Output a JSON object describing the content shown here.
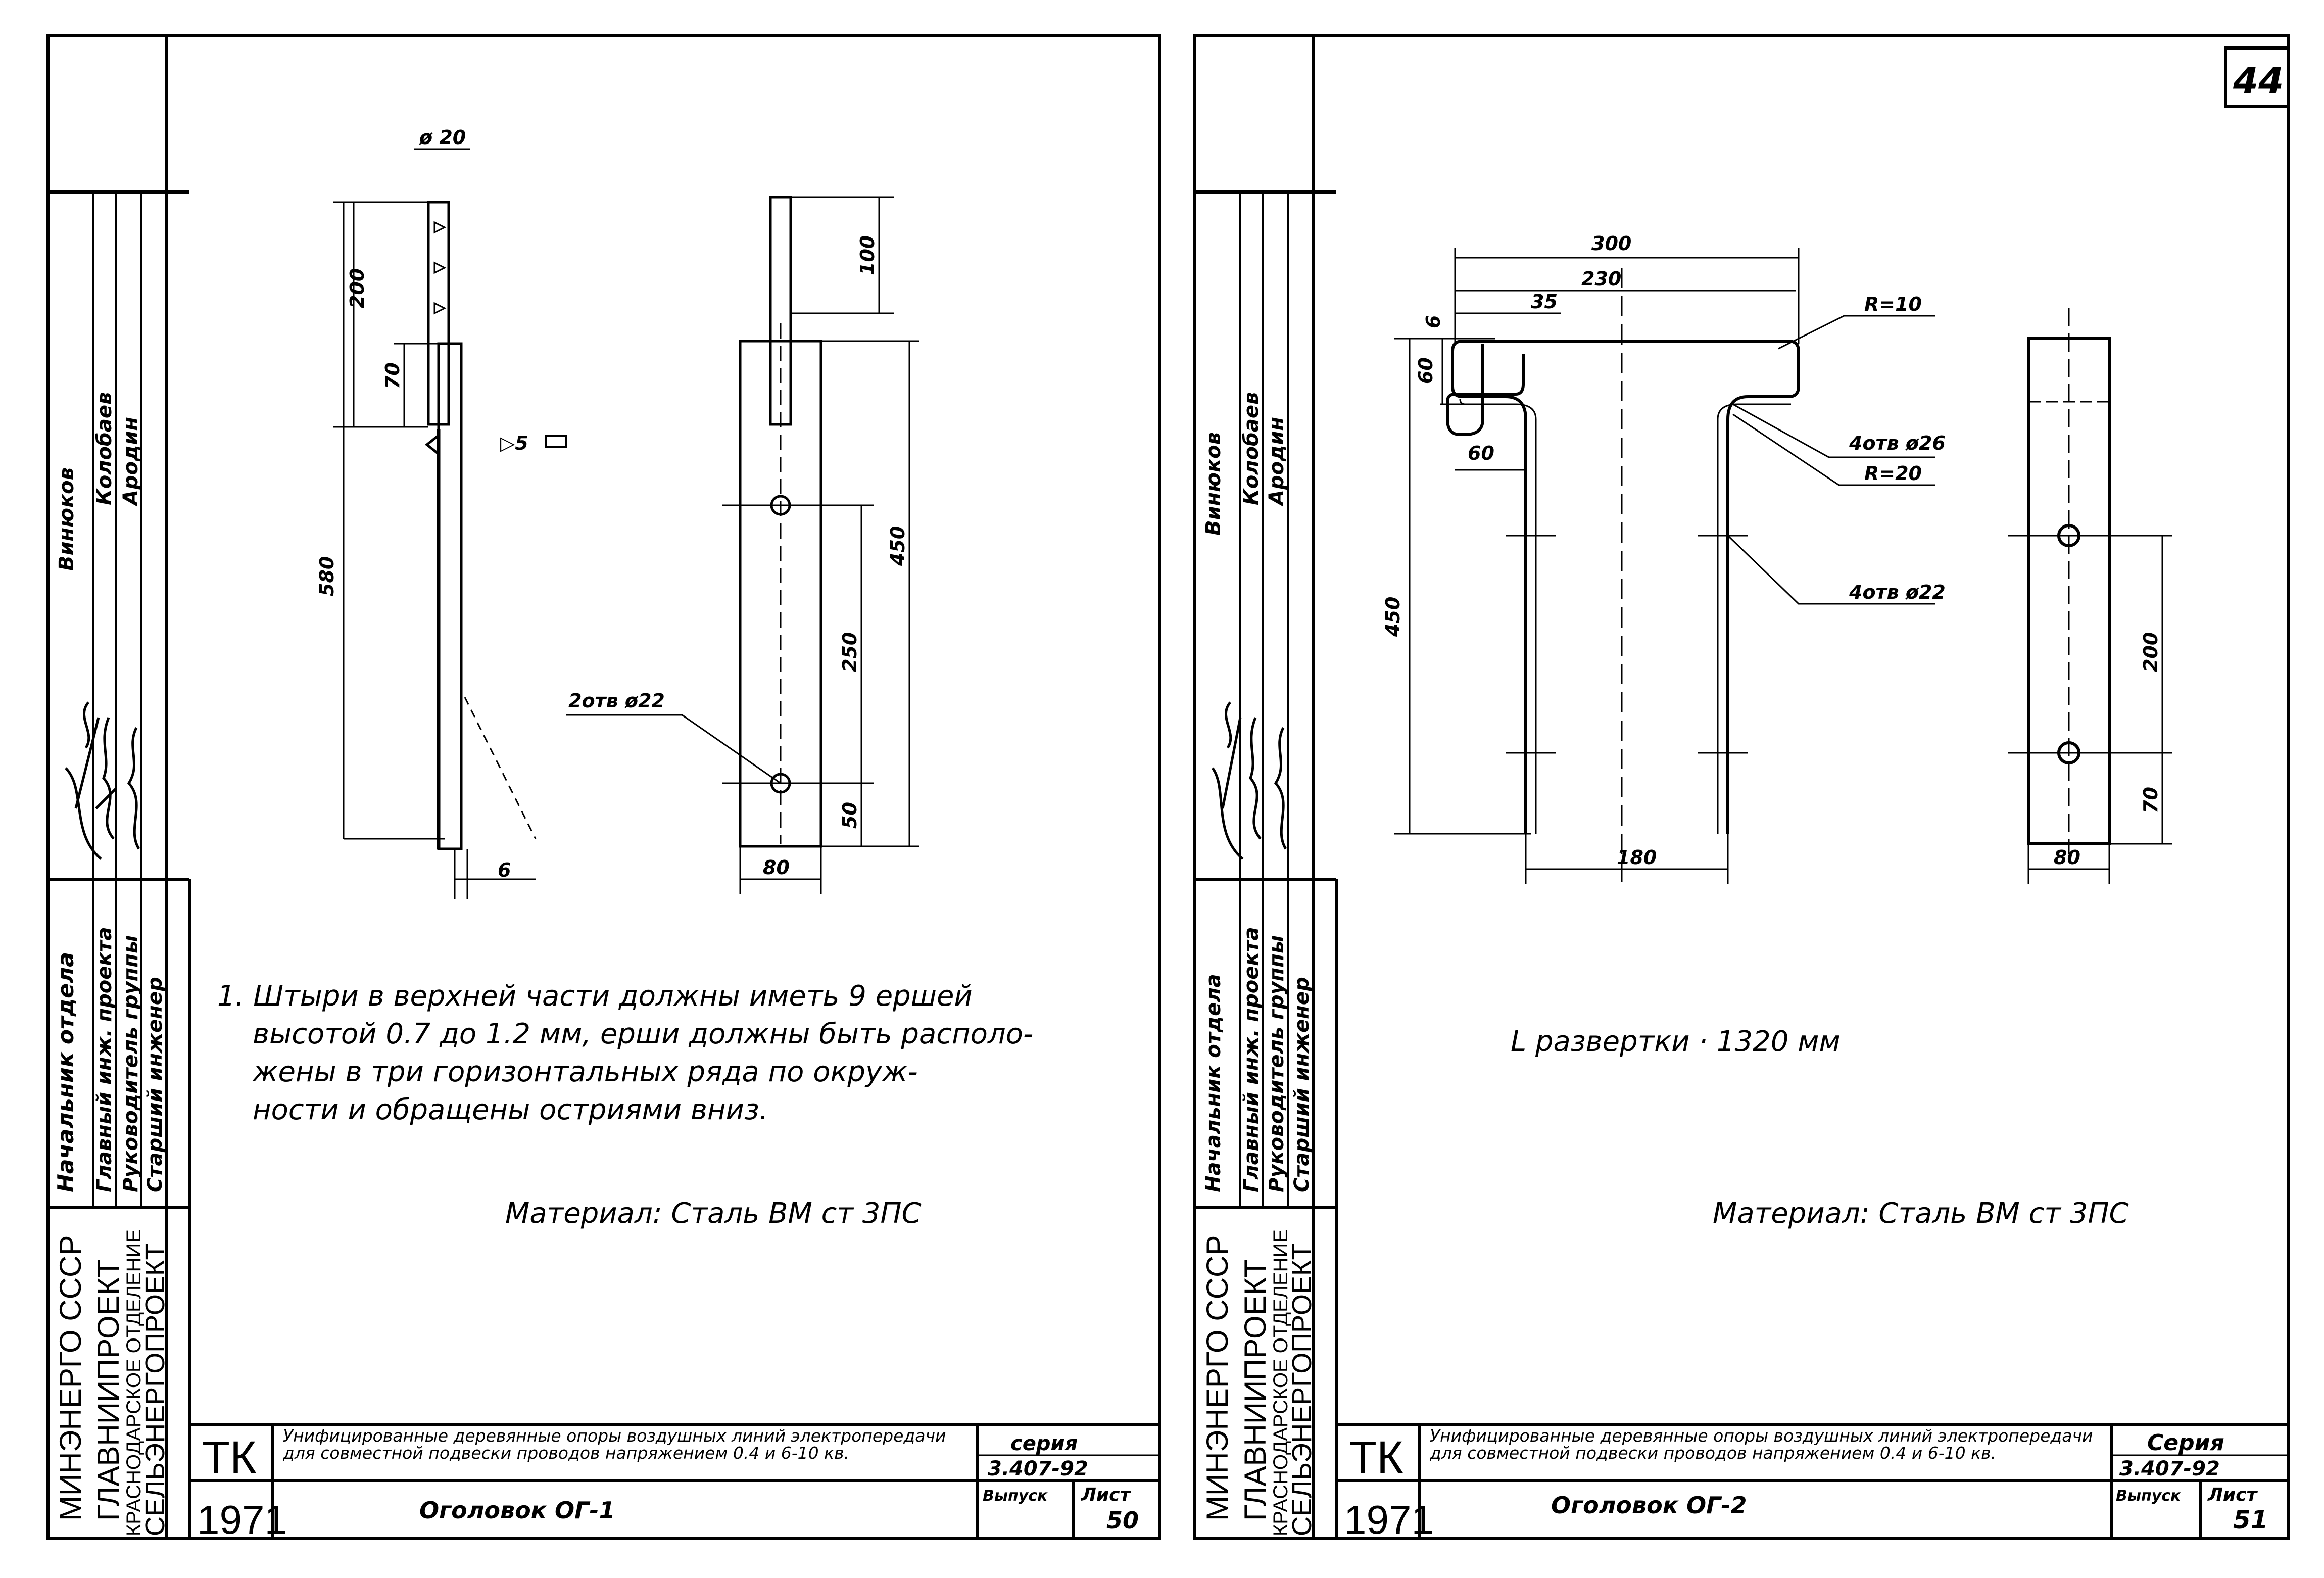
{
  "page_number": "44",
  "left_sheet": {
    "dims": {
      "d20": "ø 20",
      "d200": "200",
      "d70": "70",
      "d580": "580",
      "d6": "6",
      "weld": "▷5",
      "d100": "100",
      "d450": "450",
      "d250": "250",
      "d50": "50",
      "d80": "80",
      "holes": "2отв ø22"
    },
    "note_lines": [
      "1. Штыри в верхней части должны иметь 9 ершей",
      "высотой 0.7 до 1.2 мм, ерши должны быть располо-",
      "жены в три горизонтальных ряда по окруж-",
      "ности и обращены остриями вниз."
    ],
    "material": "Материал: Сталь ВМ ст 3ПС",
    "stamp": {
      "org": [
        "МИНЭНЕРГО СССР",
        "ГЛАВНИИПРОЕКТ",
        "КРАСНОДАРСКОЕ ОТДЕЛЕНИЕ",
        "СЕЛЬЭНЕРГОПРОЕКТ"
      ],
      "roles": [
        "Начальник отдела",
        "Главный инж. проекта",
        "Руководитель группы",
        "Старший инженер"
      ],
      "names": [
        "Винюков",
        "Колобаев",
        "Ародин"
      ],
      "tk": "ТК",
      "year": "1971",
      "title": "Унифицированные деревянные опоры воздушных линий электропередачи для совместной подвески проводов напряжением 0.4 и 6-10 кв.",
      "series_label": "серия",
      "series": "3.407-92",
      "issue_label": "Выпуск",
      "sheet_label": "Лист",
      "sheet": "50",
      "part": "Оголовок    ОГ-1"
    }
  },
  "right_sheet": {
    "dims": {
      "d300": "300",
      "d230": "230",
      "d35": "35",
      "d6": "6",
      "d60a": "60",
      "d60b": "60",
      "r10": "R=10",
      "holes26": "4отв ø26",
      "r20": "R=20",
      "holes22": "4отв ø22",
      "d450": "450",
      "d180": "180",
      "d200": "200",
      "d70": "70",
      "d80": "80"
    },
    "length_note": "L развертки  · 1320 мм",
    "material": "Материал: Сталь ВМ ст 3ПС",
    "stamp": {
      "org": [
        "МИНЭНЕРГО СССР",
        "ГЛАВНИИПРОЕКТ",
        "КРАСНОДАРСКОЕ ОТДЕЛЕНИЕ",
        "СЕЛЬЭНЕРГОПРОЕКТ"
      ],
      "roles": [
        "Начальник отдела",
        "Главный инж. проекта",
        "Руководитель группы",
        "Старший инженер"
      ],
      "names": [
        "Винюков",
        "Колобаев",
        "Ародин"
      ],
      "tk": "ТК",
      "year": "1971",
      "title": "Унифицированные деревянные опоры воздушных линий электропередачи для совместной подвески проводов напряжением 0.4 и 6-10 кв.",
      "series_label": "Серия",
      "series": "3.407-92",
      "issue_label": "Выпуск",
      "sheet_label": "Лист",
      "sheet": "51",
      "part": "Оголовок   ОГ-2"
    }
  }
}
